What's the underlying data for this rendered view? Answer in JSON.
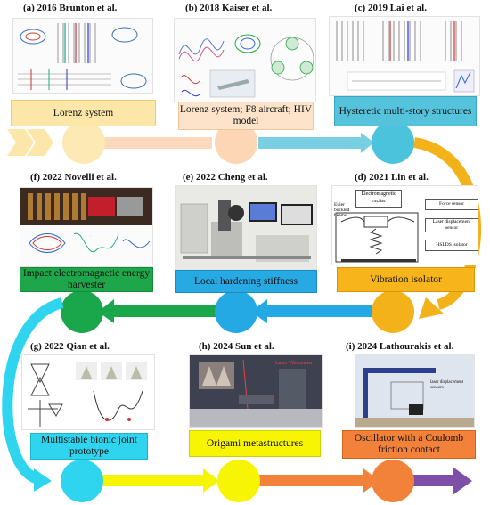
{
  "panels": [
    {
      "tag": "(a)",
      "title": "2016 Brunton  et al.",
      "label": "Lorenz system",
      "color": "#fde7a8"
    },
    {
      "tag": "(b)",
      "title": "2018 Kaiser et al.",
      "label": "Lorenz system;  F8 aircraft;   HIV model",
      "color": "#fce3c9"
    },
    {
      "tag": "(c)",
      "title": "2019 Lai et al.",
      "label": "Hysteretic multi-story structures",
      "color": "#55c3dc"
    },
    {
      "tag": "(f)",
      "title": "2022 Novelli et al.",
      "label": "Impact electromagnetic energy harvester",
      "color": "#1ea64a"
    },
    {
      "tag": "(e)",
      "title": "2022 Cheng et al.",
      "label": "Local hardening stiffness",
      "color": "#27a9e4"
    },
    {
      "tag": "(d)",
      "title": "2021 Lin et al.",
      "label": "Vibration isolator",
      "color": "#f7b51b"
    },
    {
      "tag": "(g)",
      "title": "2022 Qian et al.",
      "label": "Multistable bionic joint prototype",
      "color": "#2fd4ee"
    },
    {
      "tag": "(h)",
      "title": "2024 Sun et al.",
      "label": "Origami metastructures",
      "color": "#f7f404"
    },
    {
      "tag": "(i)",
      "title": "2024 Lathourakis et al.",
      "label": "Oscillator with a Coulomb friction contact",
      "color": "#f2813a"
    }
  ],
  "figure_text": {
    "isolator_title": "Electromagnetic exciter",
    "isolator_side": [
      "Force sensor",
      "Laser displacement sensor",
      "HSLDS isolator"
    ],
    "isolator_left": "Euler buckled beams",
    "origami_labels": [
      "Laser Vibrometer"
    ],
    "coulomb_labels": [
      "laser displacement sensors"
    ]
  },
  "colors": {
    "row1_flow": [
      "#fde6a9",
      "#fcd6b5",
      "#7dd0e2",
      "#4cc3dd"
    ],
    "row2_flow": [
      "#1aa64b",
      "#25a9e4",
      "#f4b21a"
    ],
    "row3_flow": [
      "#2fd4ee",
      "#f7f404",
      "#f2813a",
      "#7e4fa8"
    ]
  }
}
